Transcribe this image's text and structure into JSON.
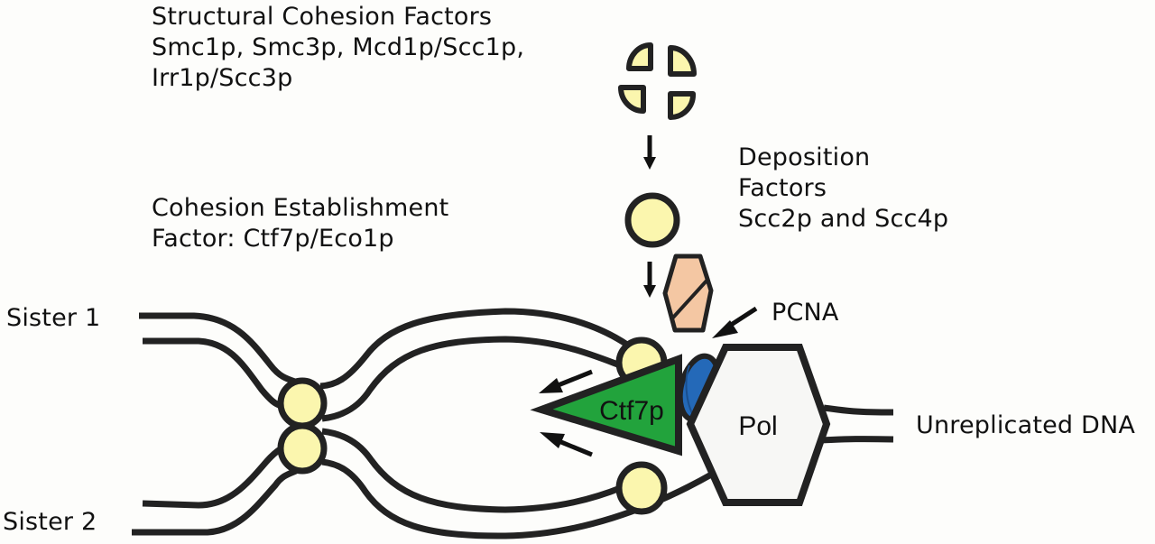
{
  "figure": {
    "title": "Sister chromatid cohesion establishment at the replication fork",
    "colors": {
      "cohesin_fill": "#fbf6ae",
      "outline": "#222222",
      "ctf7p_fill": "#22a33c",
      "pcna_fill": "#2469b8",
      "deposition_fill": "#f4c7a3",
      "pol_fill": "#f7f7f5",
      "background": "#fdfdfb"
    }
  },
  "labels": {
    "structural": {
      "heading": "Structural Cohesion Factors",
      "line2": "Smc1p, Smc3p, Mcd1p/Scc1p,",
      "line3": "Irr1p/Scc3p"
    },
    "establishment": {
      "line1": "Cohesion Establishment",
      "line2": "Factor: Ctf7p/Eco1p"
    },
    "deposition": {
      "line1": "Deposition",
      "line2": "Factors",
      "line3": "Scc2p and Scc4p"
    },
    "pcna": "PCNA",
    "sister1": "Sister 1",
    "sister2": "Sister 2",
    "unreplicated": "Unreplicated DNA",
    "ctf7p": "Ctf7p",
    "pol": "Pol"
  },
  "icons": {
    "subunits": "cohesin-subunits-quarter-circles",
    "assembled": "assembled-cohesin-circle",
    "deposition": "scc2-scc4-hexagon",
    "pcna": "pcna-clamp-ellipse",
    "ctf7p": "ctf7p-triangle",
    "pol": "polymerase-hexagon"
  }
}
